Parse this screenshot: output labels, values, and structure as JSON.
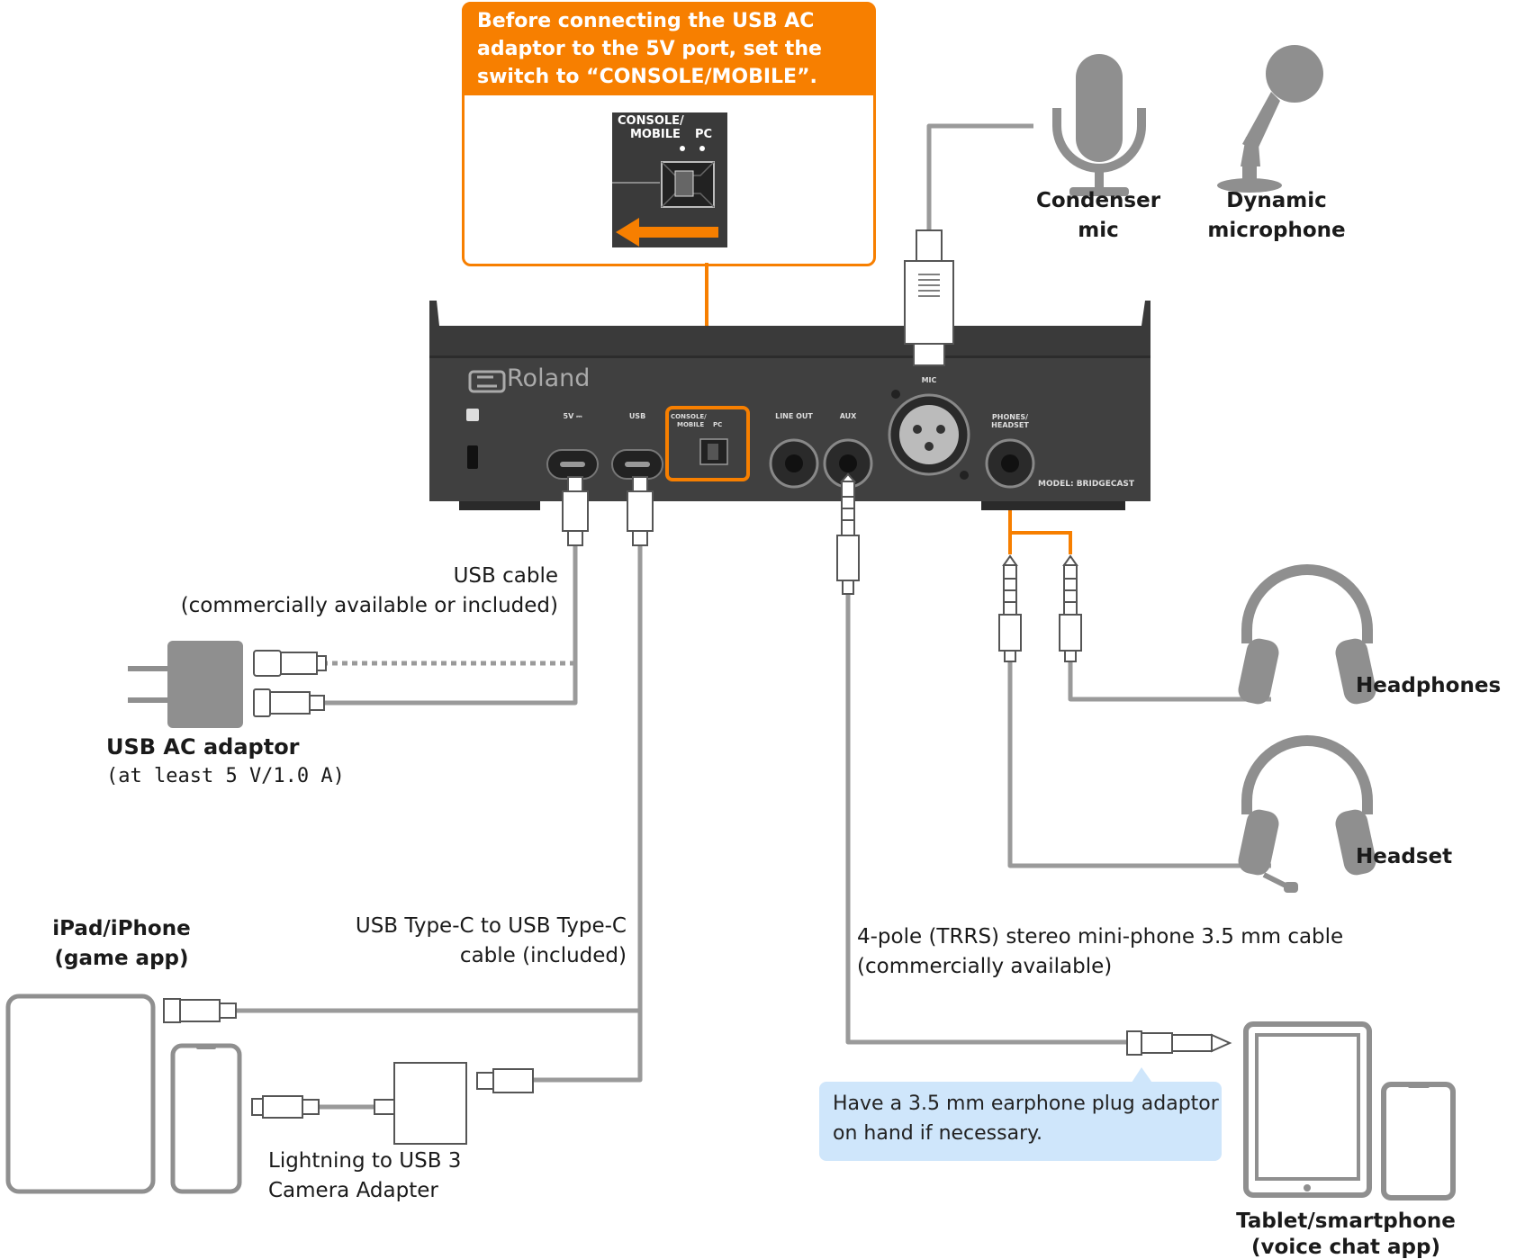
{
  "callout": {
    "text": "Before connecting the USB AC adaptor to the 5V port, set the switch to “CONSOLE/MOBILE”.",
    "switch_label_1": "CONSOLE/",
    "switch_label_2": "MOBILE",
    "switch_label_pc": "PC"
  },
  "device": {
    "brand": "Roland",
    "ports": {
      "power": "5V ⎓",
      "usb": "USB",
      "switch_1": "CONSOLE/",
      "switch_2": "MOBILE",
      "switch_pc": "PC",
      "line_out": "LINE OUT",
      "aux": "AUX",
      "mic": "MIC",
      "phones_1": "PHONES/",
      "phones_2": "HEADSET"
    },
    "model": "MODEL: BRIDGECAST"
  },
  "labels": {
    "condenser_1": "Condenser",
    "condenser_2": "mic",
    "dynamic_1": "Dynamic",
    "dynamic_2": "microphone",
    "usb_cable_1": "USB cable",
    "usb_cable_2": "(commercially available or included)",
    "ac_adaptor_title": "USB AC adaptor",
    "ac_adaptor_spec": "(at least 5 V/1.0 A)",
    "headphones": "Headphones",
    "headset": "Headset",
    "ipad_1": "iPad/iPhone",
    "ipad_2": "(game app)",
    "usbc_cable_1": "USB Type-C to USB Type-C",
    "usbc_cable_2": "cable (included)",
    "trrs_1": "4-pole (TRRS) stereo mini-phone 3.5 mm cable",
    "trrs_2": "(commercially available)",
    "lightning_1": "Lightning to USB 3",
    "lightning_2": "Camera Adapter",
    "tip_1": "Have a 3.5 mm earphone plug adaptor",
    "tip_2": "on hand if necessary.",
    "tablet_1": "Tablet/smartphone",
    "tablet_2": "(voice chat app)"
  },
  "colors": {
    "accent": "#f77f00",
    "cable": "#9a9a9a",
    "device": "#3a3a3a",
    "tip_bg": "#cfe6fb"
  }
}
